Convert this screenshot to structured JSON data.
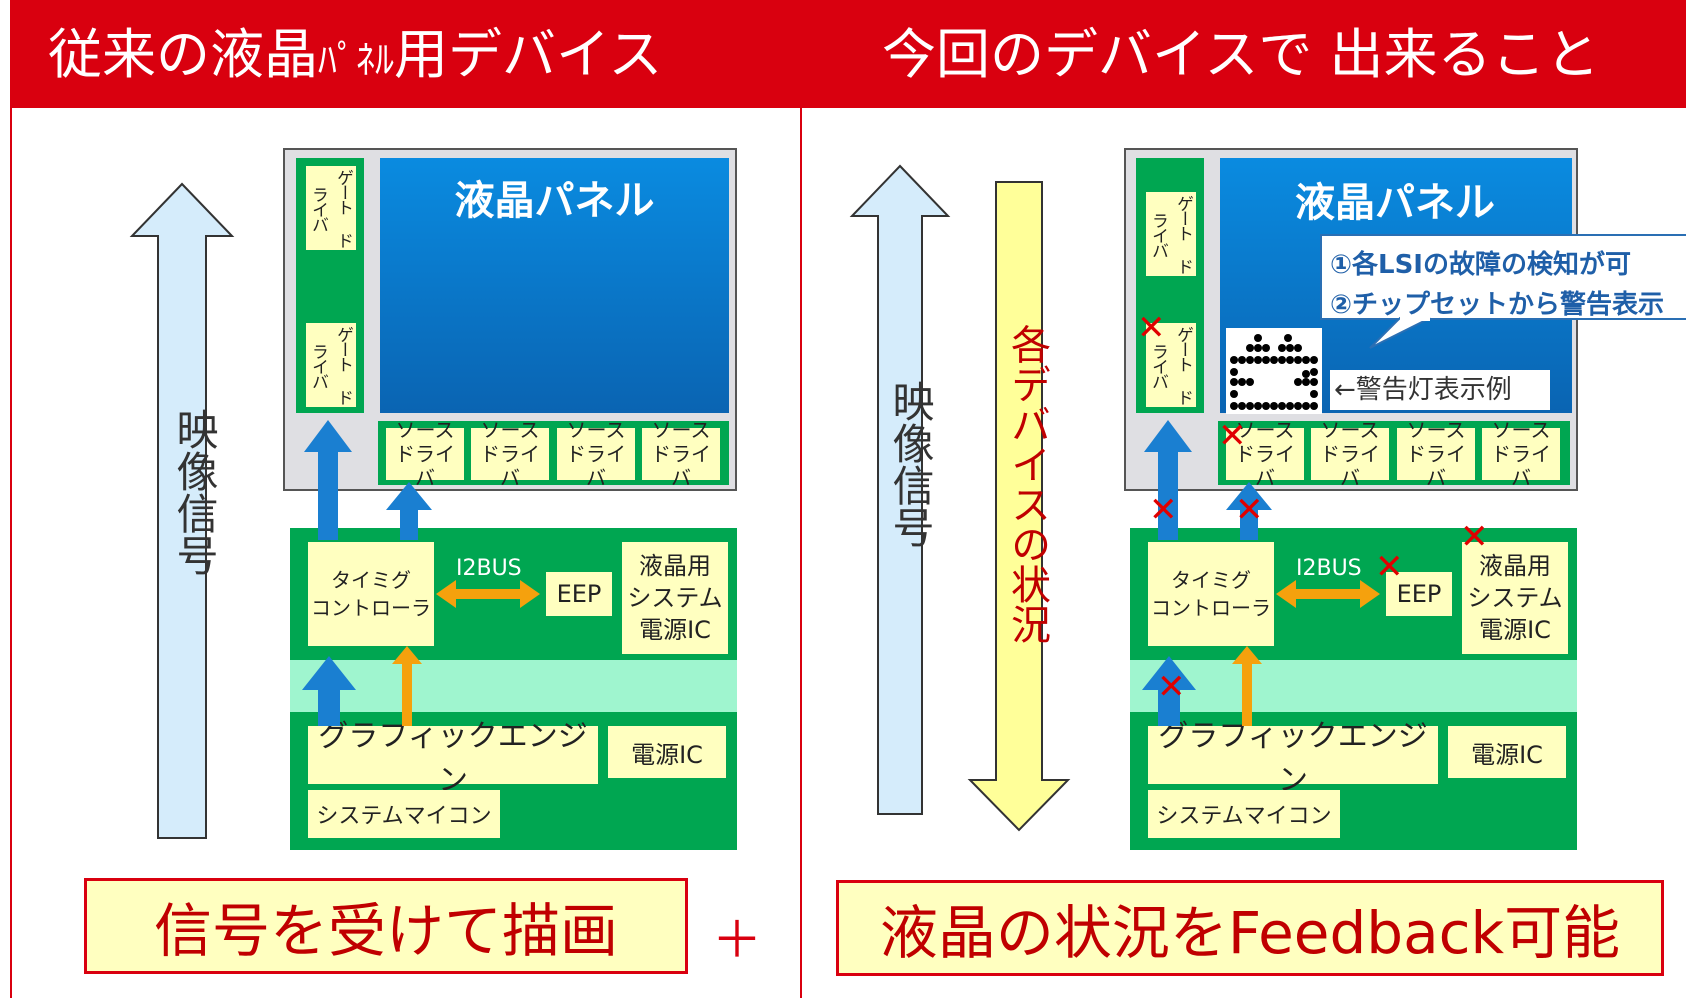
{
  "header": {
    "left_a": "従来の液晶",
    "left_b": "ﾊﾟﾈﾙ",
    "left_c": "用デバイス",
    "right": "今回のデバイスで 出来ること"
  },
  "panel_title": "液晶パネル",
  "gate_driver": "ゲート ドライバ",
  "source_driver_line1": "ソース",
  "source_driver_line2": "ドライバ",
  "timing_line1": "タイミグ",
  "timing_line2": "コントローラ",
  "i2bus": "I2BUS",
  "eep": "EEP",
  "lcd_power_line1": "液晶用",
  "lcd_power_line2": "システム",
  "lcd_power_line3": "電源IC",
  "graphic_engine": "グラフィックエンジン",
  "power_ic": "電源IC",
  "system_micom": "システムマイコン",
  "video_signal": "映像信号",
  "device_status": "各デバイスの状況",
  "left_caption": "信号を受けて描画",
  "plus": "＋",
  "right_caption": "液晶の状況をFeedback可能",
  "callout_line1": "①各LSIの故障の検知が可",
  "callout_line2": "②チップセットから警告表示",
  "warning_example": "←警告灯表示例",
  "x_mark": "✕",
  "colors": {
    "header": "#d9000f",
    "board": "#00a651",
    "mint": "#9ff5cf",
    "chip": "#ffffc0",
    "blue_arrow": "#1a7fd1",
    "orange_arrow": "#f5a10d",
    "caption_border": "#d9000f"
  }
}
